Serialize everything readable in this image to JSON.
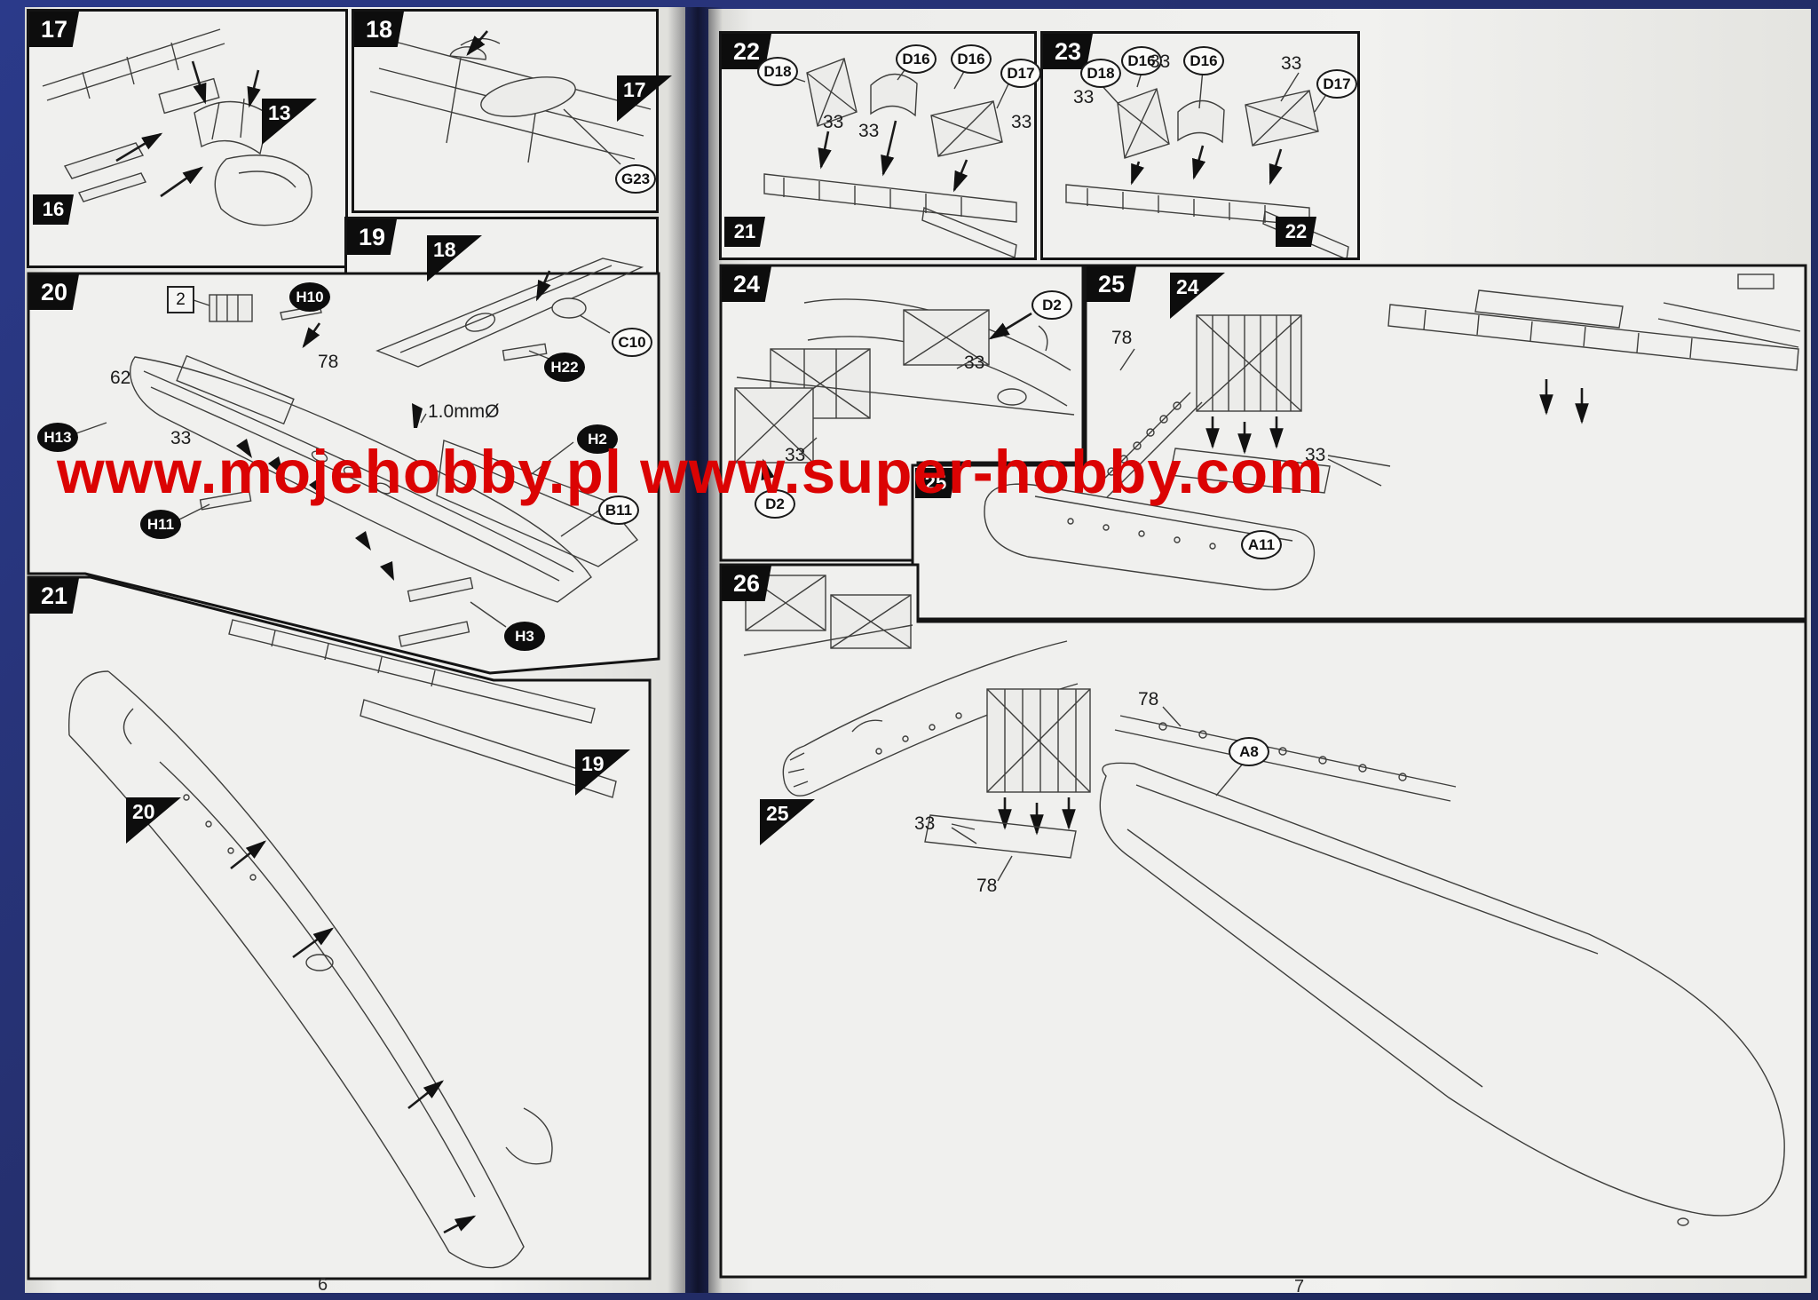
{
  "watermark": {
    "text": "www.mojehobby.pl www.super-hobby.com",
    "color": "#db0303"
  },
  "pages": {
    "left_number": "6",
    "right_number": "7"
  },
  "panels": {
    "p17": {
      "step": "17",
      "tabs": {
        "t13": "13",
        "t16": "16"
      }
    },
    "p18": {
      "step": "18",
      "tabs": {
        "t17": "17"
      },
      "callouts": {
        "g23": "G23"
      }
    },
    "p19": {
      "step": "19",
      "tabs": {
        "t18": "18"
      },
      "callouts": {
        "c10": "C10",
        "h22": "H22"
      }
    },
    "p20": {
      "step": "20",
      "labels": {
        "ref2": "2",
        "n62": "62",
        "n33": "33",
        "n78": "78",
        "drill": "1.0mmØ"
      },
      "callouts": {
        "h10": "H10",
        "h13": "H13",
        "h11": "H11",
        "h2": "H2",
        "b11": "B11",
        "h3": "H3"
      }
    },
    "p21": {
      "step": "21",
      "tabs": {
        "t20": "20",
        "t19": "19"
      }
    },
    "p22": {
      "step": "22",
      "tabs": {
        "t21": "21"
      },
      "callouts": {
        "d18": "D18",
        "d16a": "D16",
        "d16b": "D16",
        "d17": "D17"
      },
      "labels": {
        "n33a": "33",
        "n33b": "33",
        "n33c": "33"
      }
    },
    "p23": {
      "step": "23",
      "tabs": {
        "t22": "22"
      },
      "callouts": {
        "d18": "D18",
        "d16a": "D16",
        "d16b": "D16",
        "d17": "D17"
      },
      "labels": {
        "n33a": "33",
        "n33b": "33",
        "n33c": "33"
      }
    },
    "p24": {
      "step": "24",
      "callouts": {
        "d2a": "D2",
        "d2b": "D2"
      },
      "labels": {
        "n33a": "33",
        "n33b": "33"
      }
    },
    "p25": {
      "step": "25",
      "tabs": {
        "t24": "24",
        "t25": "25"
      },
      "callouts": {
        "a11": "A11"
      },
      "labels": {
        "n78": "78",
        "n33": "33"
      }
    },
    "p26": {
      "step": "26",
      "tabs": {
        "t25": "25"
      },
      "callouts": {
        "a8": "A8"
      },
      "labels": {
        "n78a": "78",
        "n78b": "78",
        "n33": "33"
      }
    }
  }
}
